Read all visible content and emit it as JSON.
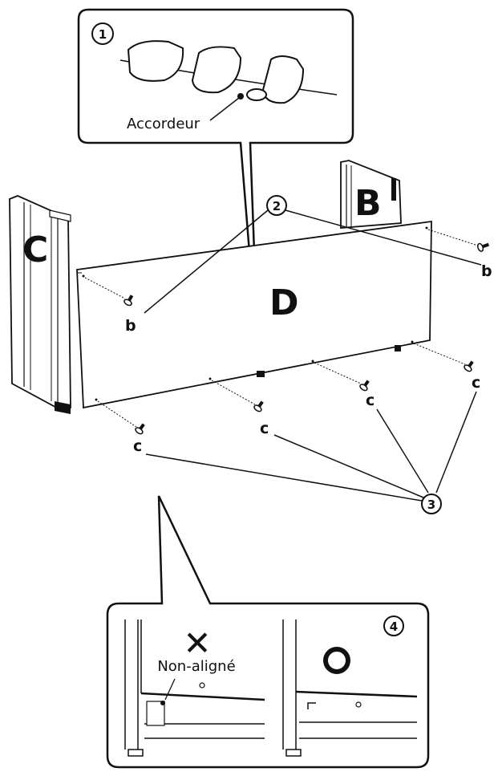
{
  "callouts": {
    "step1": "1",
    "step2": "2",
    "step3": "3",
    "step4": "4"
  },
  "labels": {
    "tuner": "Accordeur",
    "part_b": "B",
    "part_c": "C",
    "part_d": "D",
    "screw_b": "b",
    "screw_c": "c",
    "misaligned": "Non-aligné"
  },
  "markers": {
    "wrong": "✕",
    "right": "O"
  }
}
